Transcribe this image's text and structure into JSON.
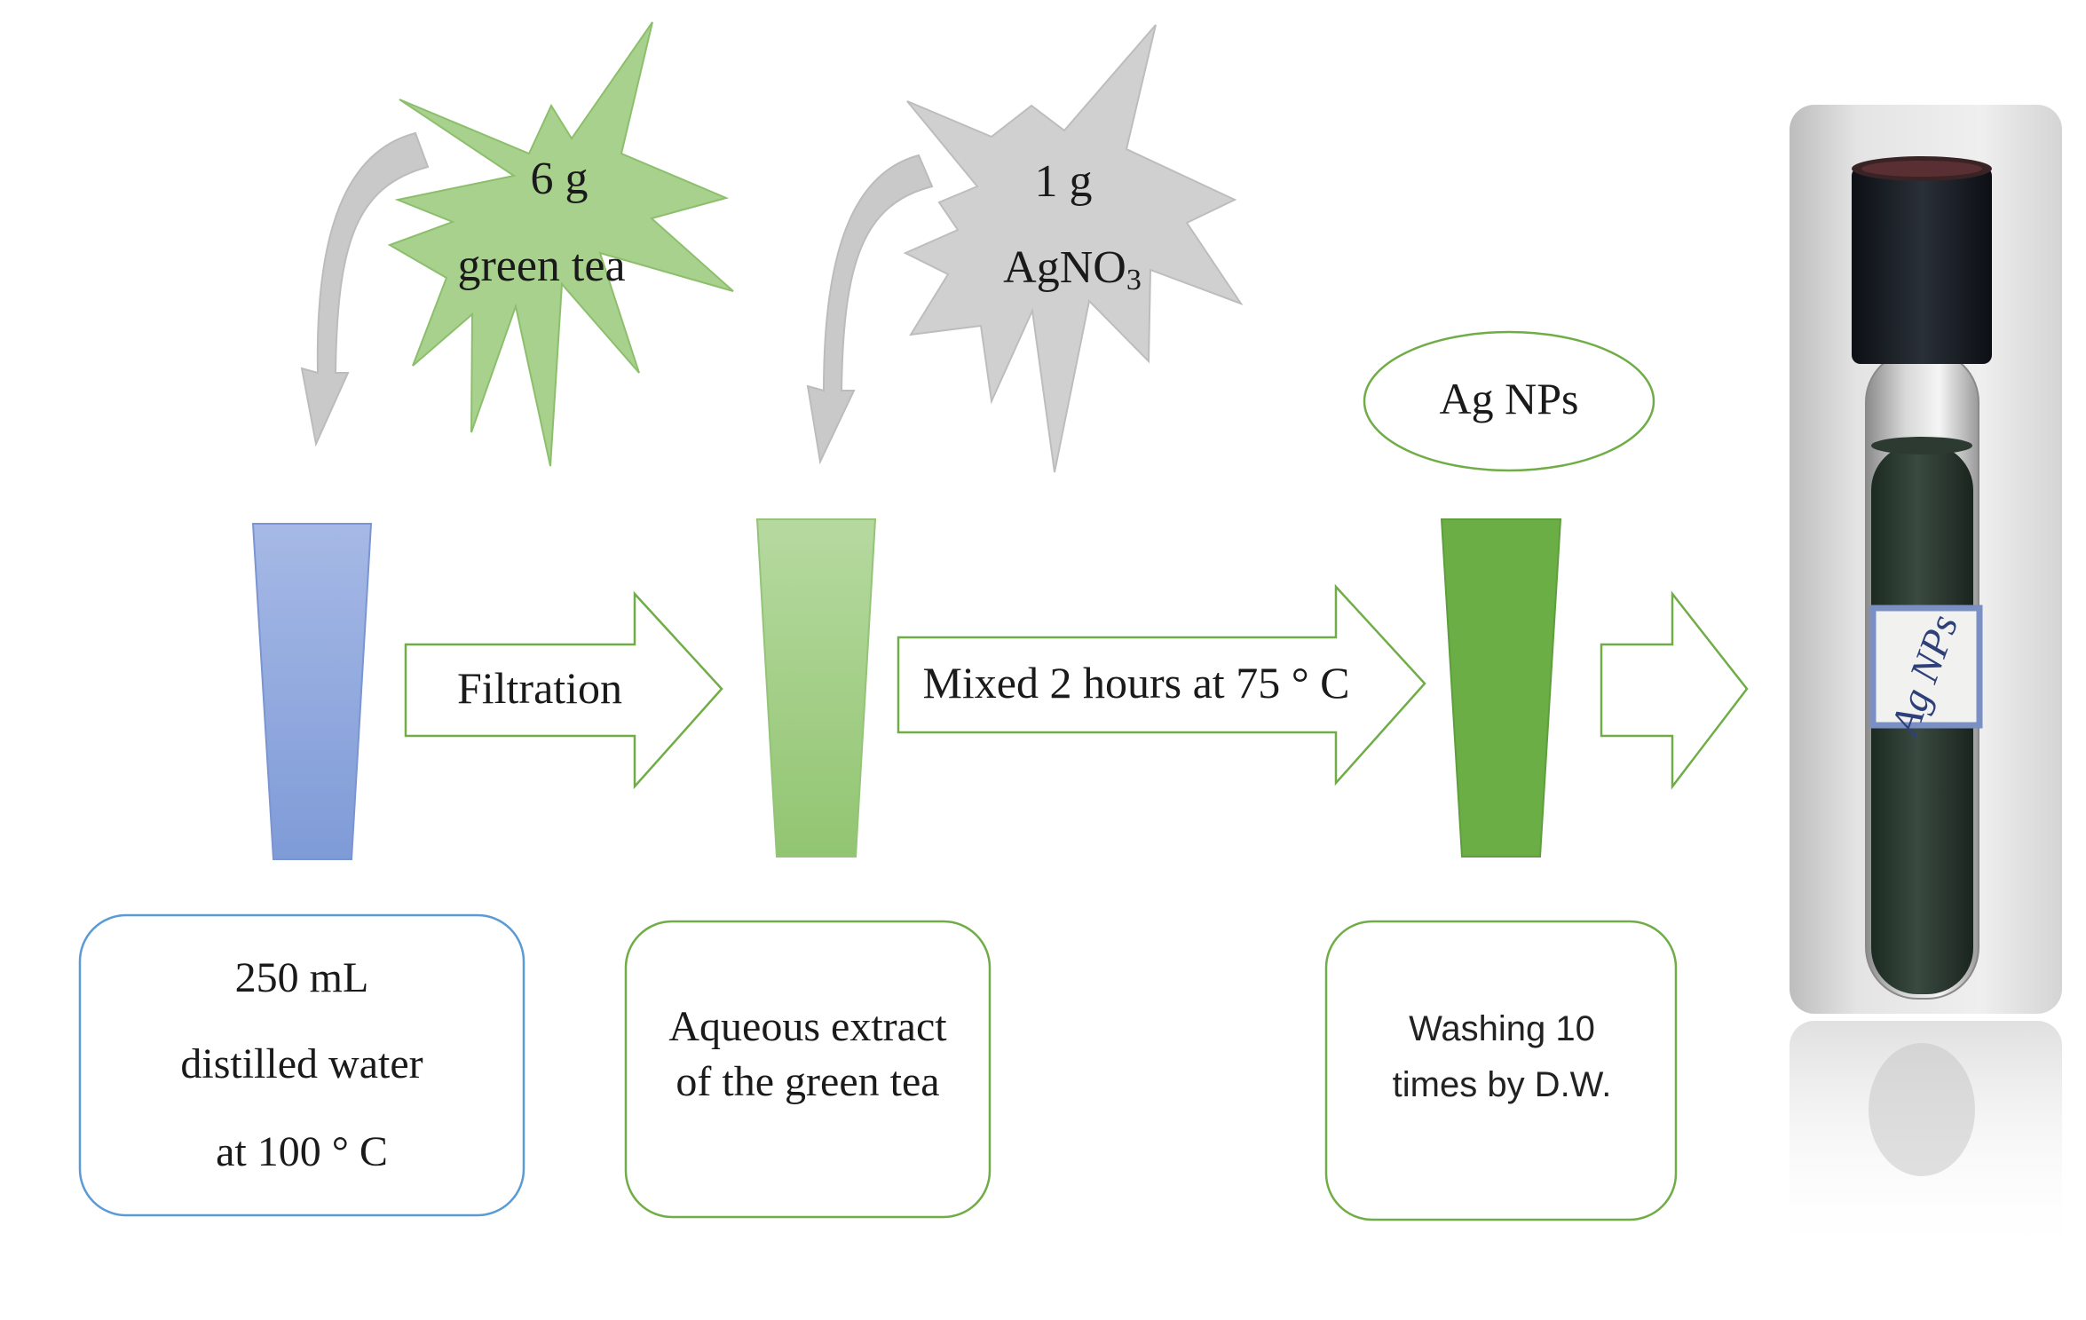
{
  "steps": {
    "water": {
      "line1": "250 mL",
      "line2": "distilled water",
      "line3": "at 100 ° C"
    },
    "extract": {
      "line1": "Aqueous extract",
      "line2": "of the green tea"
    },
    "washing": {
      "line1": "Washing 10",
      "line2": "times by D.W."
    }
  },
  "additions": {
    "green_tea": {
      "line1": "6 g",
      "line2": "green tea"
    },
    "silver_nitrate": {
      "line1": "1 g",
      "line2_main": "AgNO",
      "line2_sub": "3"
    }
  },
  "arrows": {
    "filtration": "Filtration",
    "mixing": "Mixed 2 hours at 75 ° C"
  },
  "product": {
    "label": "Ag NPs",
    "vial_label": "Ag NPs"
  },
  "colors": {
    "water_beaker": "#8fa6db",
    "extract_beaker": "#a9d18e",
    "product_beaker": "#6aae45",
    "green_tea_star": "#a9d18e",
    "agno3_star": "#d0d0d0",
    "curved_arrow": "#c9c9c9",
    "box_blue": "#5b9bd5",
    "box_green": "#70ad47"
  },
  "icons": {
    "green_tea_star": "starburst-icon",
    "agno3_star": "starburst-icon",
    "curved_arrow": "curved-down-arrow-icon",
    "vial_photo": "test-tube-vial-photo"
  }
}
